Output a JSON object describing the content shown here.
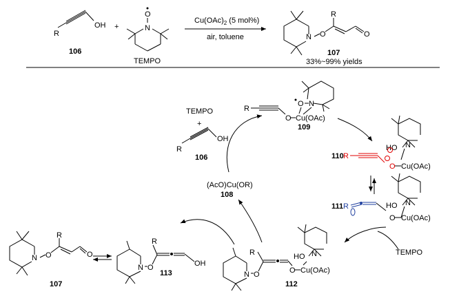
{
  "top_scheme": {
    "sm_alkyne": {
      "r": "R",
      "oh": "OH",
      "label": "106"
    },
    "plus": "+",
    "tempo": {
      "o_radical": "O",
      "n": "N",
      "label": "TEMPO"
    },
    "conditions_above": "Cu(OAc)",
    "conditions_above_sub": "2",
    "conditions_above_tail": " (5 mol%)",
    "conditions_below": "air, toluene",
    "product": {
      "r": "R",
      "n": "N",
      "o": "O",
      "ald_o": "O",
      "label": "107"
    },
    "yield": "33%~99% yields"
  },
  "cycle": {
    "reagents": {
      "tempo": "TEMPO",
      "plus": "+",
      "r": "R",
      "oh": "OH",
      "label": "106"
    },
    "catalyst": {
      "text": "(AcO)Cu(OR)",
      "label": "108"
    },
    "i109": {
      "r": "R",
      "o_radical": "O",
      "n": "N",
      "o_cu": "O",
      "cu": "Cu(OAc)",
      "label": "109"
    },
    "i110": {
      "label": "110",
      "r": "R",
      "ho": "HO",
      "n": "N",
      "o_cu": "O",
      "cu": "Cu(OAc)"
    },
    "i111": {
      "label": "111",
      "r": "R",
      "ho": "HO",
      "n": "N",
      "o_cu": "O",
      "cu": "Cu(OAc)"
    },
    "tempo_in": "TEMPO",
    "i112": {
      "r": "R",
      "n": "N",
      "o": "O",
      "ho": "HO",
      "n2": "N",
      "o_cu": "O",
      "cu": "Cu(OAc)",
      "label": "112"
    },
    "i113": {
      "r": "R",
      "n": "N",
      "o": "O",
      "oh": "OH",
      "label": "113"
    },
    "product": {
      "r": "R",
      "n": "N",
      "o": "O",
      "ald_o": "O",
      "label": "107"
    }
  }
}
